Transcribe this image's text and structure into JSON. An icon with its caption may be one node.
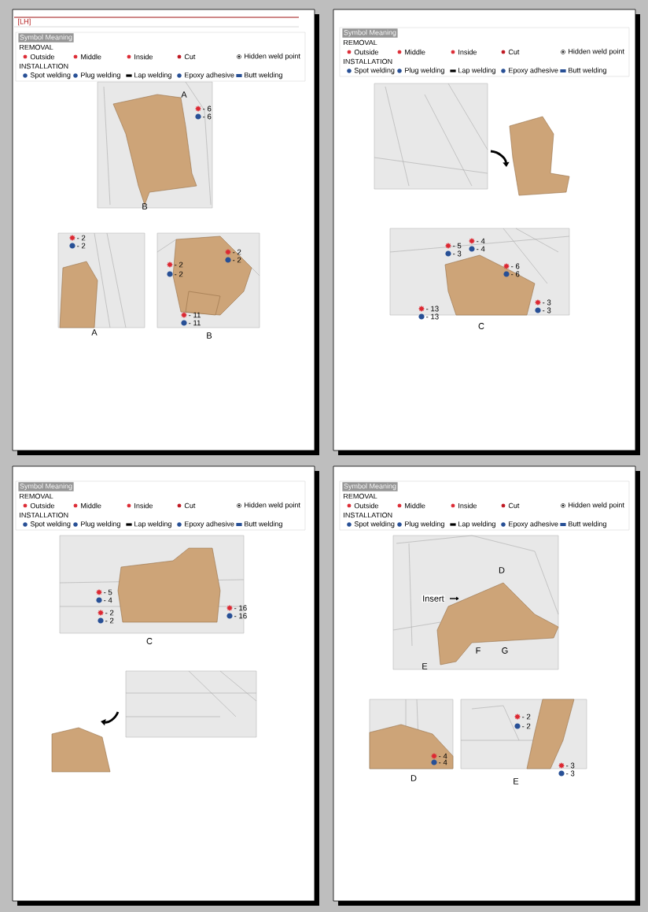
{
  "diagram": {
    "labels": [
      "[LH]",
      "Symbol Meaning",
      "REMOVAL",
      "INSTALLATION",
      "A",
      "- 6",
      "- 6",
      "B",
      "- 2",
      "- 2",
      "- 2",
      "- 2",
      "- 2",
      "- 2",
      "- 11",
      "- 11",
      "A",
      "B",
      "Symbol Meaning",
      "REMOVAL",
      "INSTALLATION",
      "- 4",
      "- 4",
      "- 5",
      "- 3",
      "- 6",
      "- 6",
      "- 3",
      "- 3",
      "- 13",
      "- 13",
      "C",
      "Symbol Meaning",
      "REMOVAL",
      "INSTALLATION",
      "- 5",
      "- 4",
      "- 16",
      "- 16",
      "- 2",
      "- 2",
      "C",
      "Symbol Meaning",
      "REMOVAL",
      "INSTALLATION",
      "D",
      "Insert",
      "F",
      "G",
      "E",
      "- 2",
      "- 2",
      "- 4",
      "- 4",
      "- 3",
      "- 3",
      "D",
      "E"
    ],
    "legend": [
      {
        "text": "Outside"
      },
      {
        "text": "Middle"
      },
      {
        "text": "Inside"
      },
      {
        "text": "Cut"
      },
      {
        "text": "Hidden weld point"
      },
      {
        "text": "Spot welding"
      },
      {
        "text": "Plug welding"
      },
      {
        "text": "Lap welding"
      },
      {
        "text": "Epoxy adhesive"
      },
      {
        "text": "Butt welding"
      },
      {
        "text": "Outside"
      },
      {
        "text": "Middle"
      },
      {
        "text": "Inside"
      },
      {
        "text": "Cut"
      },
      {
        "text": "Hidden weld point"
      },
      {
        "text": "Spot welding"
      },
      {
        "text": "Plug welding"
      },
      {
        "text": "Lap welding"
      },
      {
        "text": "Epoxy adhesive"
      },
      {
        "text": "Butt welding"
      },
      {
        "text": "Outside"
      },
      {
        "text": "Middle"
      },
      {
        "text": "Inside"
      },
      {
        "text": "Cut"
      },
      {
        "text": "Hidden weld point"
      },
      {
        "text": "Spot welding"
      },
      {
        "text": "Plug welding"
      },
      {
        "text": "Lap welding"
      },
      {
        "text": "Epoxy adhesive"
      },
      {
        "text": "Butt welding"
      },
      {
        "text": "Outside"
      },
      {
        "text": "Middle"
      },
      {
        "text": "Inside"
      },
      {
        "text": "Cut"
      },
      {
        "text": "Hidden weld point"
      },
      {
        "text": "Spot welding"
      },
      {
        "text": "Plug welding"
      },
      {
        "text": "Lap welding"
      },
      {
        "text": "Epoxy adhesive"
      },
      {
        "text": "Butt welding"
      }
    ]
  }
}
